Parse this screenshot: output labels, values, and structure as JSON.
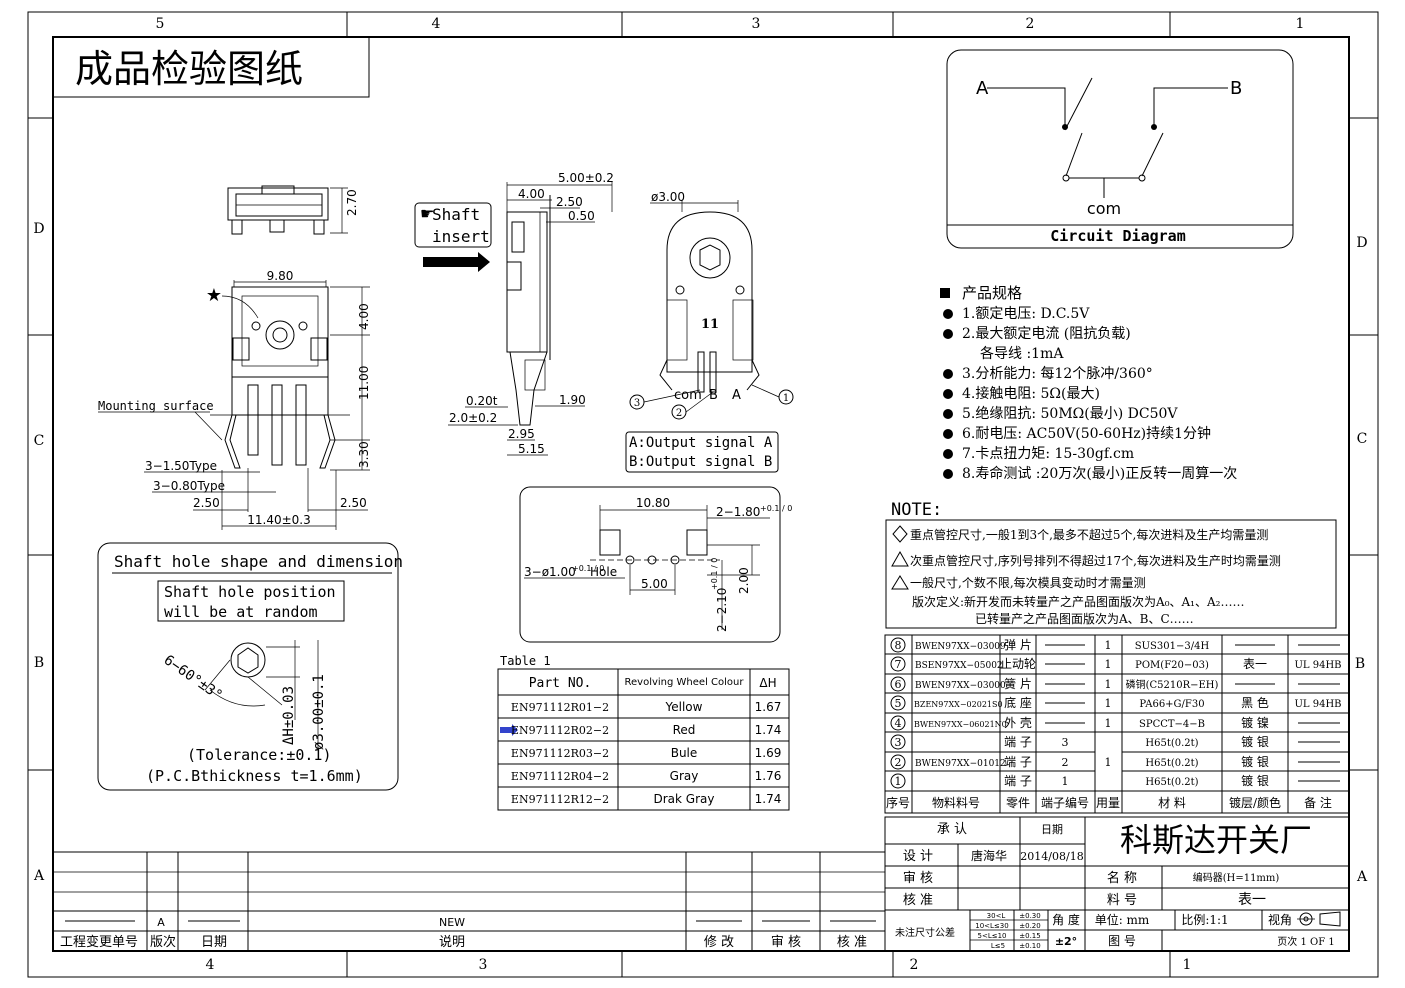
{
  "frame": {
    "top_numbers": [
      "5",
      "4",
      "3",
      "2",
      "1"
    ],
    "bottom_numbers": [
      "4",
      "3",
      "2",
      "1"
    ],
    "side_letters": [
      "D",
      "C",
      "B",
      "A"
    ]
  },
  "title_box": "成品检验图纸",
  "circuit": {
    "label_a": "A",
    "label_b": "B",
    "label_com": "com",
    "title": "Circuit Diagram"
  },
  "shaft_insert": {
    "line1": "Shaft",
    "line2": "insert"
  },
  "dims": {
    "top_270": "2.70",
    "front_980": "9.80",
    "front_400": "4.00",
    "front_1100": "11.00",
    "front_330": "3.30",
    "front_250_l": "2.50",
    "front_250_r": "2.50",
    "front_1140": "11.40±0.3",
    "front_150": "3−1.50Type",
    "front_080": "3−0.80Type",
    "mounting": "Mounting surface",
    "side_500": "5.00±0.2",
    "side_400": "4.00",
    "side_250": "2.50",
    "side_050": "0.50",
    "side_020": "0.20t",
    "side_20": "2.0±0.2",
    "side_190": "1.90",
    "side_295": "2.95",
    "side_515": "5.15",
    "rear_300": "ø3.00",
    "rear_11": "11",
    "pin1": "1",
    "pin3": "3",
    "pin2": "2",
    "pin_com": "com",
    "pin_b": "B",
    "pin_a": "A"
  },
  "signals": {
    "a": "A:Output signal A",
    "b": "B:Output signal B"
  },
  "pcb": {
    "d1080": "10.80",
    "d180": "2−1.80",
    "d180_tol": "+0.1 / 0",
    "hole": "3−ø1.00",
    "hole_tol": "+0.1 / 0",
    "hole_word": "Hole",
    "d500": "5.00",
    "d210": "2−2.10",
    "d210_tol": "+0.1 / 0",
    "d200": "2.00"
  },
  "shaft_hole": {
    "title": "Shaft hole shape and dimension",
    "note1": "Shaft hole position",
    "note2": "will be at random",
    "angle": "6−60°±3°",
    "dh": "ΔH±0.03",
    "dia": "ø3.00±0.1",
    "tol": "(Tolerance:±0.1)",
    "pcb": "(P.C.Bthickness   t=1.6mm)"
  },
  "table1": {
    "caption": "Table 1",
    "headers": [
      "Part NO.",
      "Revolving Wheel Colour",
      "ΔH"
    ],
    "rows": [
      [
        "EN971112R01−2",
        "Yellow",
        "1.67"
      ],
      [
        "EN971112R02−2",
        "Red",
        "1.74"
      ],
      [
        "EN971112R03−2",
        "Bule",
        "1.69"
      ],
      [
        "EN971112R04−2",
        "Gray",
        "1.76"
      ],
      [
        "EN971112R12−2",
        "Drak Gray",
        "1.74"
      ]
    ]
  },
  "specs": {
    "heading": "产品规格",
    "items": [
      "1.额定电压: D.C.5V",
      "2.最大额定电流 (阻抗负载)",
      "3.分析能力: 每12个脉冲/360°",
      "4.接触电阻: 5Ω(最大)",
      "5.绝缘阻抗: 50MΩ(最小) DC50V",
      "6.耐电压: AC50V(50-60Hz)持续1分钟",
      "7.卡点扭力矩: 15-30gf.cm",
      "8.寿命测试 :20万次(最小)正反转一周算一次"
    ],
    "sub_item": "各导线 :1mA"
  },
  "note": {
    "heading": "NOTE:",
    "line1": "重点管控尺寸,一般1到3个,最多不超过5个,每次进料及生产均需量测",
    "line2": "次重点管控尺寸,序列号排列不得超过17个,每次进料及生产时均需量测",
    "line3": "一般尺寸,个数不限,每次模具变动时才需量测",
    "line4": "版次定义:新开发而未转量产之产品图面版次为A₀、A₁、A₂……",
    "line5": "已转量产之产品图面版次为A、B、C……"
  },
  "bom": {
    "rows": [
      [
        "8",
        "BWEN97XX−03009",
        "弹 片",
        "",
        "1",
        "SUS301−3/4H",
        "",
        ""
      ],
      [
        "7",
        "BSEN97XX−05002",
        "止动轮",
        "",
        "1",
        "POM(F20−03)",
        "表一",
        "UL 94HB"
      ],
      [
        "6",
        "BWEN97XX−03000",
        "簧 片",
        "",
        "1",
        "磷铜(C5210R−EH)",
        "",
        ""
      ],
      [
        "5",
        "BZEN97XX−02021S0",
        "底 座",
        "",
        "1",
        "PA66+G/F30",
        "黑 色",
        "UL 94HB"
      ],
      [
        "4",
        "BWEN97XX−06021N0",
        "外 壳",
        "",
        "1",
        "SPCCT−4−B",
        "镀 镍",
        ""
      ],
      [
        "3",
        "",
        "端 子",
        "3",
        "",
        "H65t(0.2t)",
        "镀 银",
        ""
      ],
      [
        "2",
        "BWEN97XX−01012",
        "端 子",
        "2",
        "1",
        "H65t(0.2t)",
        "镀 银",
        ""
      ],
      [
        "1",
        "",
        "端 子",
        "1",
        "",
        "H65t(0.2t)",
        "镀 银",
        ""
      ]
    ],
    "headers": [
      "序号",
      "物料料号",
      "零件",
      "端子编号",
      "用量",
      "材  料",
      "镀层/颜色",
      "备  注"
    ]
  },
  "title_block": {
    "approve": "承    认",
    "date": "日期",
    "company": "科斯达开关厂",
    "design": "设 计",
    "designer": "唐海华",
    "design_date": "2014/08/18",
    "review": "审 核",
    "check": "核 准",
    "name_label": "名  称",
    "name_value": "编码器(H=11mm)",
    "part_label": "料  号",
    "part_value": "表一",
    "tol_label": "未注尺寸公差",
    "tol_rows": [
      [
        "30<L",
        "±0.30"
      ],
      [
        "10<L≤30",
        "±0.20"
      ],
      [
        "5<L≤10",
        "±0.15"
      ],
      [
        "L≤5",
        "±0.10"
      ]
    ],
    "angle_label": "角 度",
    "angle_value": "±2°",
    "unit": "单位: mm",
    "scale": "比例:1:1",
    "view": "视角",
    "drawing_no": "图  号",
    "page": "页次 1 OF 1"
  },
  "revision": {
    "rev_letter": "A",
    "new": "NEW",
    "labels": [
      "工程变更单号",
      "版次",
      "日期",
      "说明",
      "修 改",
      "审 核",
      "核 准"
    ]
  }
}
